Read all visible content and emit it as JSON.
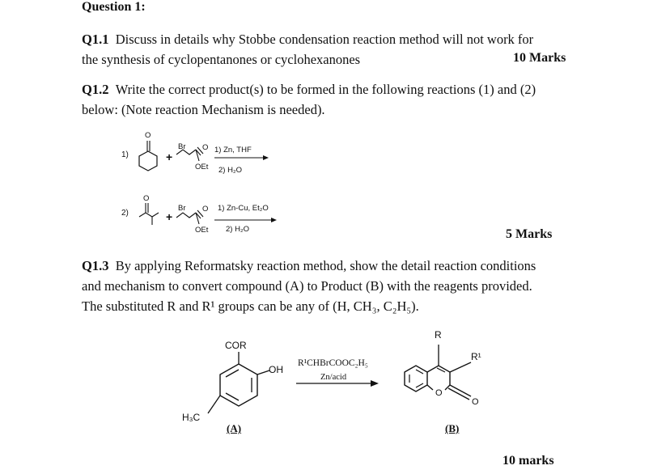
{
  "question": {
    "title": "Question 1:"
  },
  "q1_1": {
    "number": "Q1.1",
    "line1": "Discuss in details why Stobbe condensation reaction method will not work for",
    "line2": "the synthesis of cyclopentanones or cyclohexanones",
    "marks": "10 Marks"
  },
  "q1_2": {
    "number": "Q1.2",
    "line1": "Write the correct product(s) to be formed in the following reactions (1) and (2)",
    "line2": "below: (Note reaction Mechanism is needed).",
    "reaction1": {
      "label": "1)",
      "plus": "+",
      "br": "Br",
      "o_top": "O",
      "oet": "OEt",
      "ketone_o": "O",
      "condition1": "1) Zn, THF",
      "condition2": "2) H₂O"
    },
    "reaction2": {
      "label": "2)",
      "plus": "+",
      "br": "Br",
      "o_top": "O",
      "oet": "OEt",
      "ketone_o": "O",
      "condition1": "1) Zn-Cu, Et₂O",
      "condition2": "2) H₂O"
    },
    "marks": "5 Marks"
  },
  "q1_3": {
    "number": "Q1.3",
    "line1": "By applying Reformatsky reaction method, show the detail reaction conditions",
    "line2": "and mechanism to convert compound (A) to Product (B) with the reagents provided.",
    "line3": "The substituted R and R¹ groups can be any of (H, CH₃, C₂H₅).",
    "compound_a": {
      "cor": "COR",
      "oh": "OH",
      "h3c": "H₃C",
      "label": "(A)"
    },
    "reagent_top": "R¹CHBrCOOC₂H₅",
    "reagent_bottom": "Zn/acid",
    "product_b": {
      "r": "R",
      "r1": "R¹",
      "o_ring": "O",
      "o_carbonyl": "O",
      "label": "(B)"
    },
    "marks": "10 marks"
  }
}
